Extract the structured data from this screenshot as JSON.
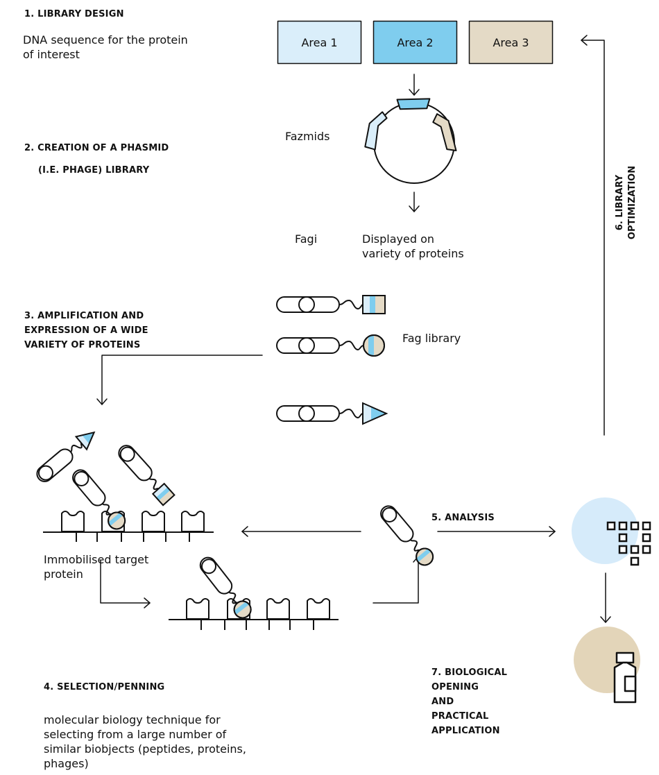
{
  "steps": {
    "s1": {
      "title": "1.  LIBRARY DESIGN",
      "desc": "DNA sequence for the protein\nof interest"
    },
    "s2": {
      "title_line1": "2. CREATION OF A PHASMID",
      "title_line2": "(I.E. PHAGE) LIBRARY"
    },
    "s3": {
      "title": "3. AMPLIFICATION AND\n    EXPRESSION OF A WIDE\n    VARIETY OF PROTEINS"
    },
    "s4": {
      "title": "4. SELECTION/PENNING",
      "desc": "molecular biology technique for\nselecting from a large number of\nsimilar biobjects (peptides, proteins,\nphages)"
    },
    "s5": {
      "title": "5.  ANALYSIS"
    },
    "s6": {
      "title": "6.  LIBRARY\nOPTIMIZATION"
    },
    "s7": {
      "title": "7. BIOLOGICAL\n    OPENING\n    AND\n    PRACTICAL\n    APPLICATION"
    }
  },
  "areas": [
    "Area 1",
    "Area 2",
    "Area 3"
  ],
  "labels": {
    "fazmids": "Fazmids",
    "fagi": "Fagi",
    "displayed": "Displayed on\nvariety of proteins",
    "fag_library": "Fag library",
    "immobilised": "Immobilised target\nprotein"
  },
  "colors": {
    "light_blue": "#daeefa",
    "mid_blue": "#7fcdee",
    "beige": "#e4dac6",
    "circle_blue": "#d6ebfa",
    "circle_beige": "#e3d5b9",
    "stroke": "#111111"
  }
}
